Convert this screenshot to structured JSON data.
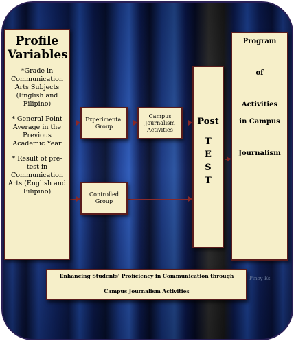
{
  "profile": {
    "title_line1": "Profile",
    "title_line2": "Variables",
    "items": [
      "*Grade in Communication Arts Subjects (English and Filipino)",
      "* General Point Average in the Previous Academic Year",
      "* Result of pre-test in Communication Arts (English and Filipino)"
    ]
  },
  "experimental": {
    "label": "Experimental Group"
  },
  "controlled": {
    "label": "Controlled Group"
  },
  "campus": {
    "label": "Campus Journalism Activities"
  },
  "posttest": {
    "line1": "Post",
    "letters": [
      "T",
      "E",
      "S",
      "T"
    ]
  },
  "program": {
    "lines": [
      "Program",
      "of",
      "Activities",
      "in Campus",
      "Journalism"
    ]
  },
  "bottom": {
    "line1": "Enhancing Students' Proficiency in Communication through",
    "line2": "Campus Journalism Activities"
  },
  "watermark": "Pinoy Es"
}
